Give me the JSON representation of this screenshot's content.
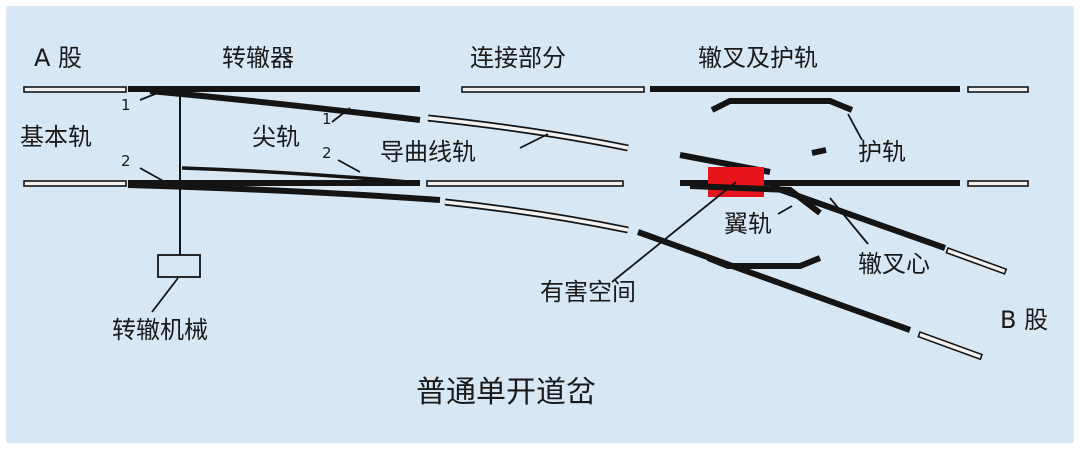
{
  "diagram": {
    "title": "普通单开道岔",
    "labels": {
      "a_track": "A 股",
      "b_track": "B 股",
      "switch": "转辙器",
      "connecting": "连接部分",
      "frog_guard": "辙叉及护轨",
      "stock_rail": "基本轨",
      "point_rail": "尖轨",
      "lead_curve": "导曲线轨",
      "guard_rail": "护轨",
      "wing_rail": "翼轨",
      "frog_core": "辙叉心",
      "hazard_space": "有害空间",
      "switch_machine": "转辙机械"
    },
    "markers": {
      "stock_1": "1",
      "stock_2": "2",
      "point_1": "1",
      "point_2": "2"
    },
    "colors": {
      "background": "#d7e7f4",
      "rail": "#141414",
      "hollow_rail_fill": "#f2f2f2",
      "hazard": "#e8141c"
    }
  }
}
